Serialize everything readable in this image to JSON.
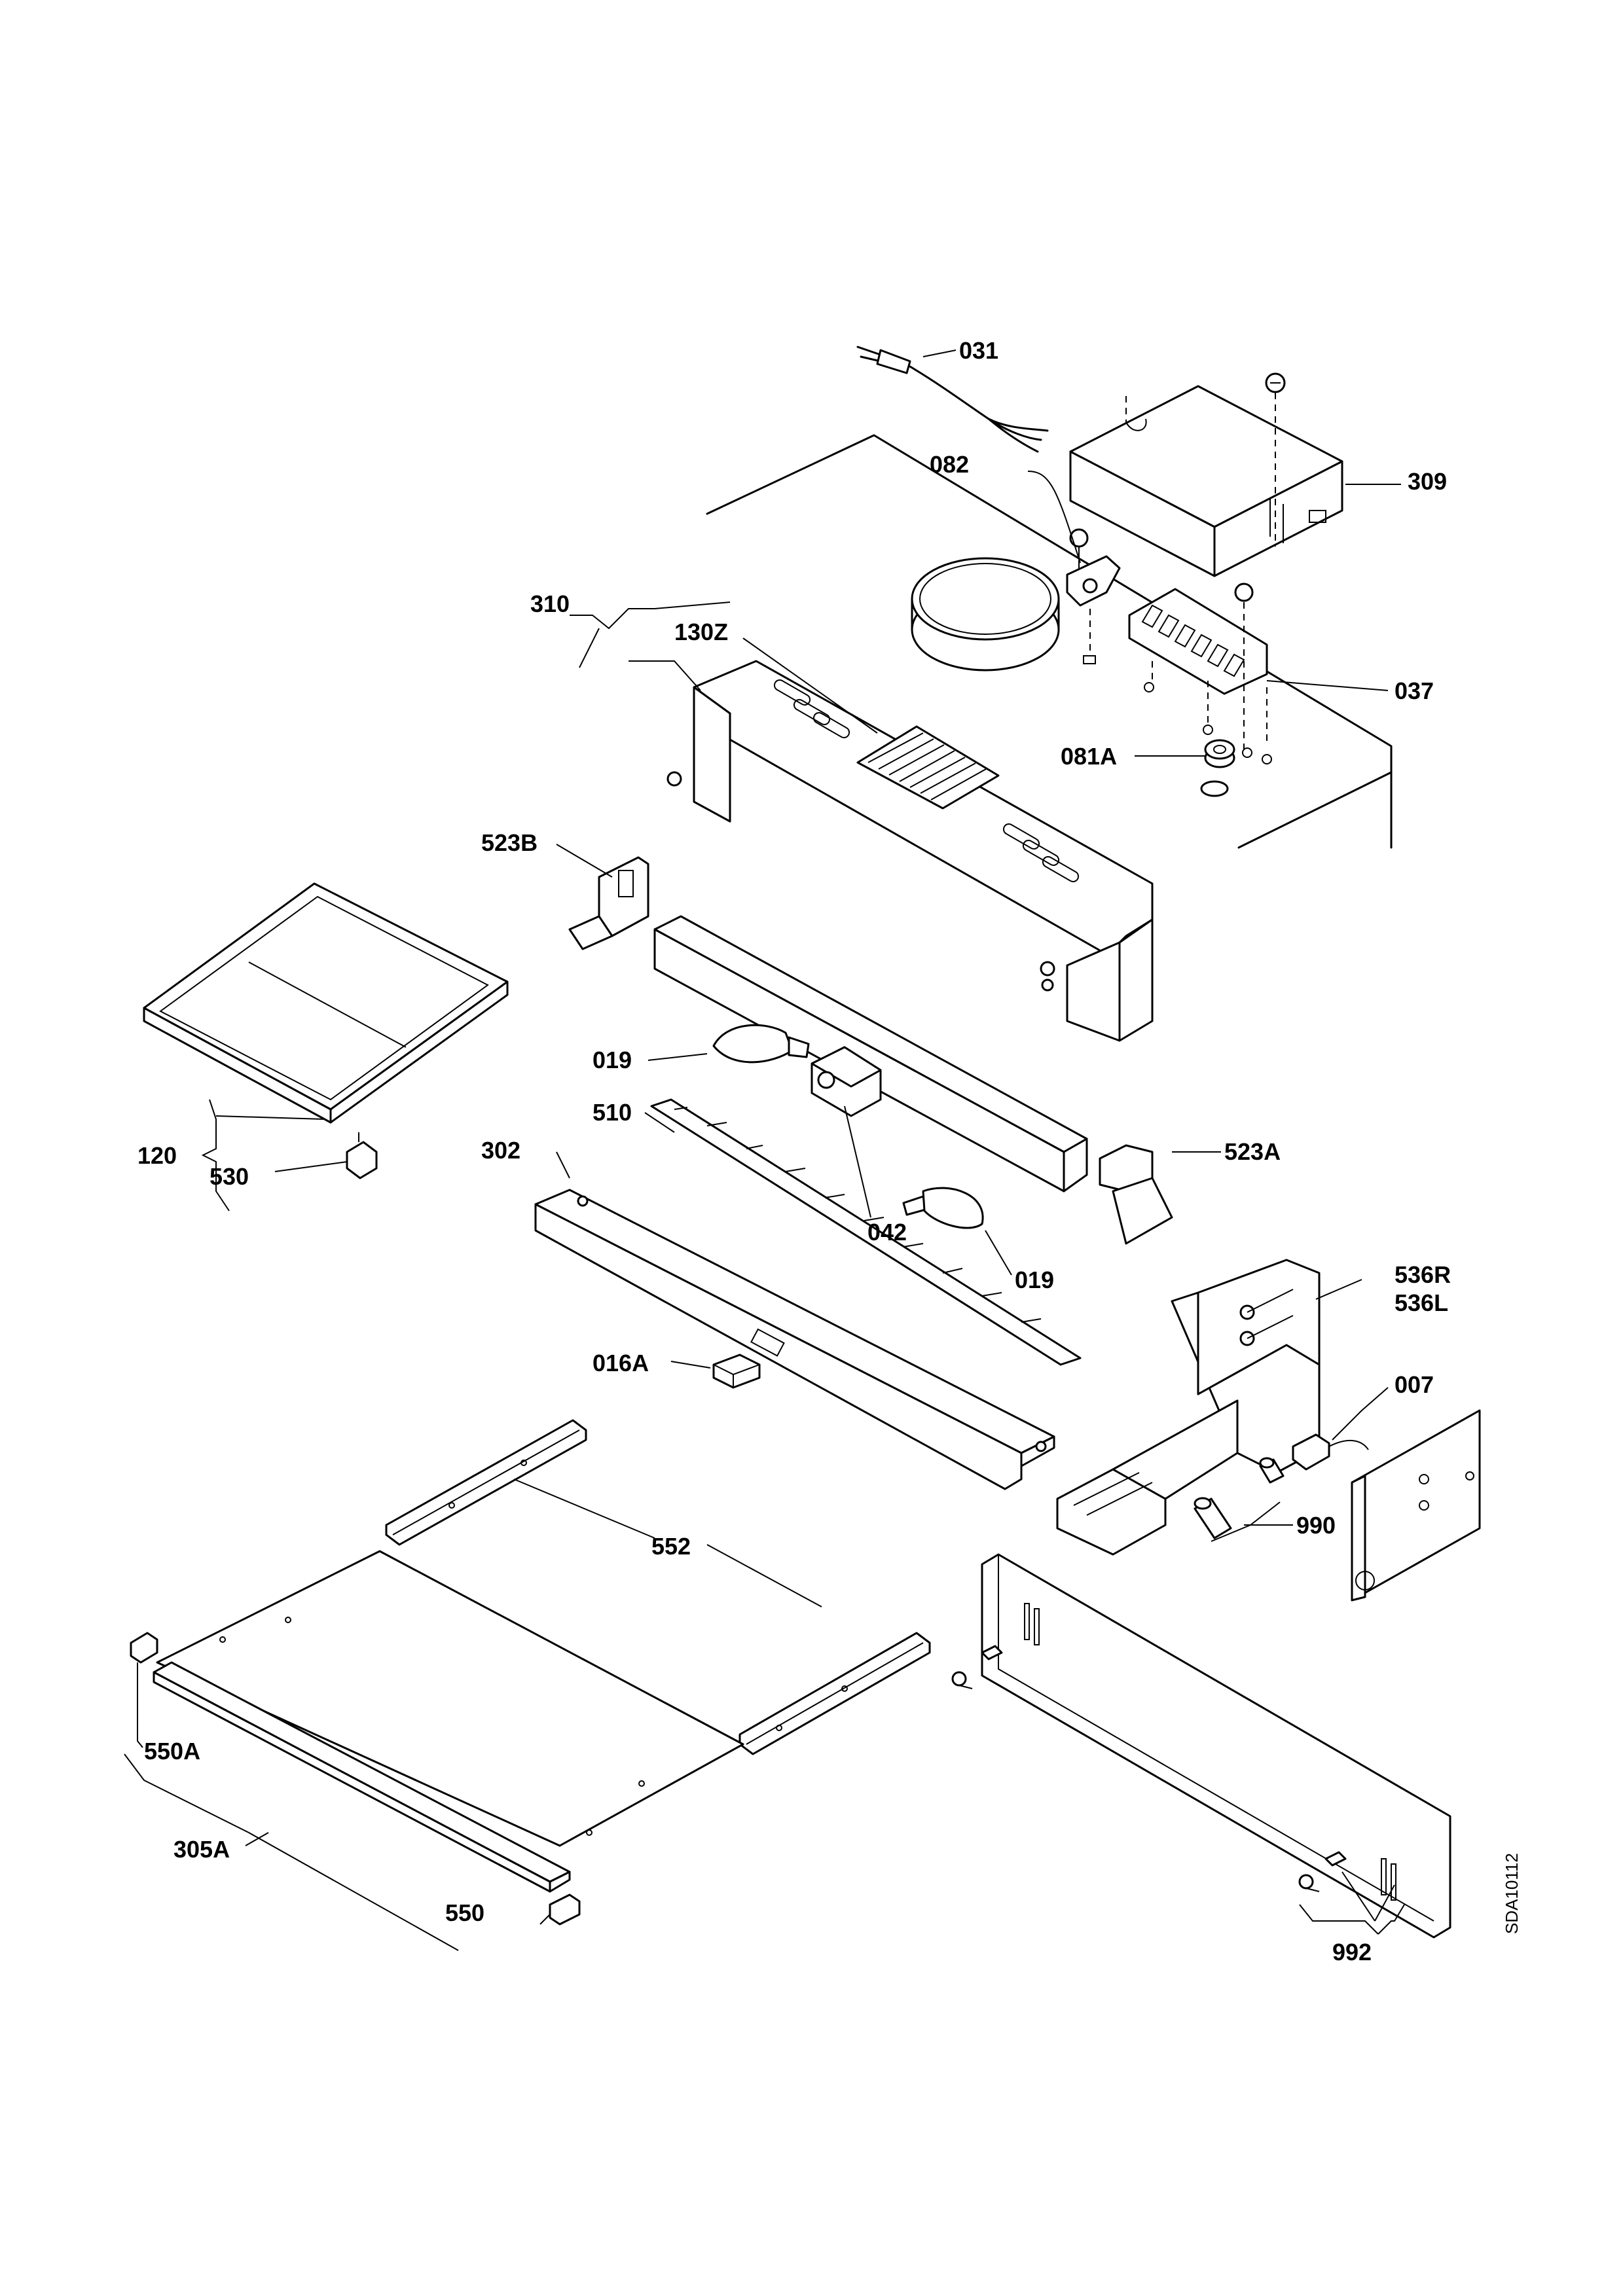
{
  "drawing_code": "SDA10112",
  "parts": [
    {
      "id": "p031",
      "label": "031"
    },
    {
      "id": "p082",
      "label": "082"
    },
    {
      "id": "p309",
      "label": "309"
    },
    {
      "id": "p310",
      "label": "310"
    },
    {
      "id": "p130Z",
      "label": "130Z"
    },
    {
      "id": "p037",
      "label": "037"
    },
    {
      "id": "p081A",
      "label": "081A"
    },
    {
      "id": "p523B",
      "label": "523B"
    },
    {
      "id": "p019a",
      "label": "019"
    },
    {
      "id": "p510",
      "label": "510"
    },
    {
      "id": "p120",
      "label": "120"
    },
    {
      "id": "p530",
      "label": "530"
    },
    {
      "id": "p302",
      "label": "302"
    },
    {
      "id": "p523A",
      "label": "523A"
    },
    {
      "id": "p042",
      "label": "042"
    },
    {
      "id": "p019b",
      "label": "019"
    },
    {
      "id": "p536R",
      "label": "536R"
    },
    {
      "id": "p536L",
      "label": "536L"
    },
    {
      "id": "p016A",
      "label": "016A"
    },
    {
      "id": "p007",
      "label": "007"
    },
    {
      "id": "p990",
      "label": "990"
    },
    {
      "id": "p552",
      "label": "552"
    },
    {
      "id": "p550A",
      "label": "550A"
    },
    {
      "id": "p305A",
      "label": "305A"
    },
    {
      "id": "p550",
      "label": "550"
    },
    {
      "id": "p992",
      "label": "992"
    }
  ]
}
